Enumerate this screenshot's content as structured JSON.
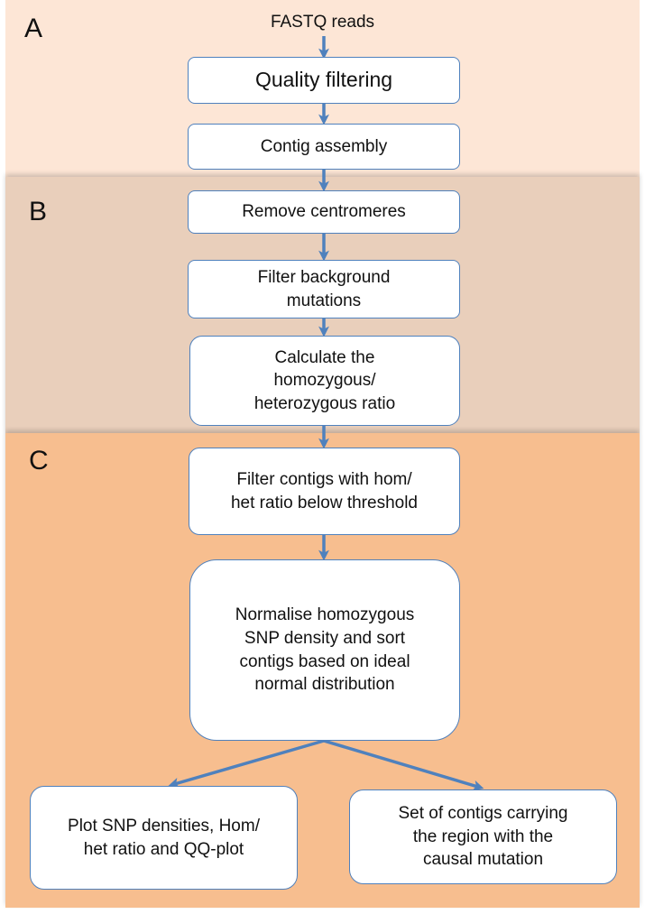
{
  "colors": {
    "section_a": "#fde6d6",
    "section_b": "#e9cfbb",
    "section_c": "#f7be8f",
    "box_border": "#4f81bd",
    "arrow": "#4f81bd"
  },
  "sections": {
    "a": {
      "letter": "A"
    },
    "b": {
      "letter": "B"
    },
    "c": {
      "letter": "C"
    }
  },
  "input_label": "FASTQ reads",
  "steps": {
    "quality_filtering": "Quality filtering",
    "contig_assembly": "Contig assembly",
    "remove_centromeres": "Remove centromeres",
    "filter_background": "Filter background\nmutations",
    "calculate_ratio": "Calculate the\nhomozygous/\nheterozygous ratio",
    "filter_contigs": "Filter contigs with hom/\nhet ratio below threshold",
    "normalise": "Normalise homozygous\nSNP density and sort\ncontigs based on ideal\nnormal distribution",
    "plot": "Plot SNP densities, Hom/\nhet ratio and QQ-plot",
    "set_of_contigs": "Set of contigs carrying\nthe region with the\ncausal mutation"
  }
}
